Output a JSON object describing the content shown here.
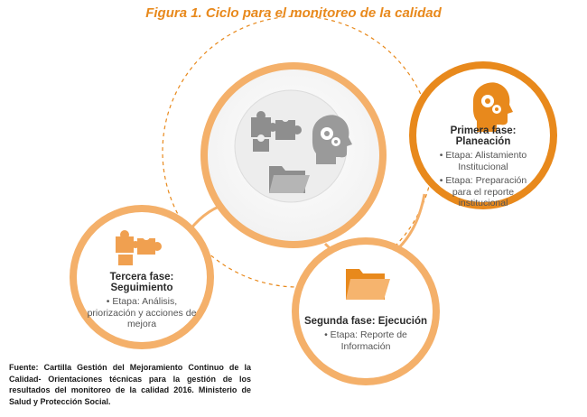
{
  "figure": {
    "title": "Figura 1. Ciclo para el monitoreo de la calidad"
  },
  "phases": [
    {
      "title": "Primera fase: Planeación",
      "items": [
        "• Etapa: Alistamiento Institucional",
        "• Etapa: Preparación para el reporte institucional"
      ]
    },
    {
      "title": "Segunda fase: Ejecución",
      "items": [
        "• Etapa: Reporte de Información"
      ]
    },
    {
      "title": "Tercera fase: Seguimiento",
      "items": [
        "• Etapa: Análisis, priorización y acciones de mejora"
      ]
    }
  ],
  "source": {
    "text": "Fuente: Cartilla Gestión del Mejoramiento Continuo de la Calidad- Orientaciones técnicas para la gestión de los resultados del monitoreo de la calidad 2016. Ministerio de Salud y Protección Social."
  },
  "icons": {
    "center": [
      "puzzle-icon",
      "head-gears-icon",
      "folder-icon"
    ],
    "phase1": "head-gears-icon",
    "phase2": "folder-icon",
    "phase3": "puzzle-icon"
  },
  "colors": {
    "accent": "#e8891c",
    "light_accent": "#f4b06a",
    "gray": "#888888",
    "light_gray": "#d6d6d6"
  }
}
